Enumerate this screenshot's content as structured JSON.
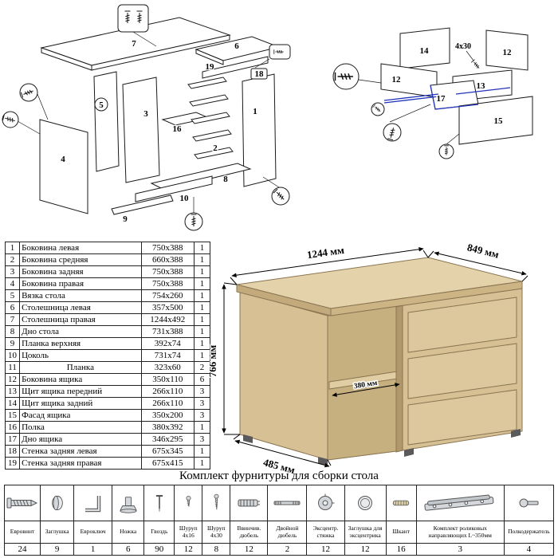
{
  "parts_table": {
    "rows": [
      {
        "num": "1",
        "name": "Боковина левая",
        "size": "750x388",
        "qty": "1"
      },
      {
        "num": "2",
        "name": "Боковина средняя",
        "size": "660x388",
        "qty": "1"
      },
      {
        "num": "3",
        "name": "Боковина задняя",
        "size": "750x388",
        "qty": "1"
      },
      {
        "num": "4",
        "name": "Боковина правая",
        "size": "750x388",
        "qty": "1"
      },
      {
        "num": "5",
        "name": "Вязка стола",
        "size": "754x260",
        "qty": "1"
      },
      {
        "num": "6",
        "name": "Столешница левая",
        "size": "357x500",
        "qty": "1"
      },
      {
        "num": "7",
        "name": "Столешница правая",
        "size": "1244x492",
        "qty": "1"
      },
      {
        "num": "8",
        "name": "Дно стола",
        "size": "731x388",
        "qty": "1"
      },
      {
        "num": "9",
        "name": "Планка верхняя",
        "size": "392x74",
        "qty": "1"
      },
      {
        "num": "10",
        "name": "Цоколь",
        "size": "731x74",
        "qty": "1"
      },
      {
        "num": "11",
        "name": "Планка",
        "size": "323x60",
        "qty": "2"
      },
      {
        "num": "12",
        "name": "Боковина ящика",
        "size": "350x110",
        "qty": "6"
      },
      {
        "num": "13",
        "name": "Щит ящика передний",
        "size": "266x110",
        "qty": "3"
      },
      {
        "num": "14",
        "name": "Щит ящика задний",
        "size": "266x110",
        "qty": "3"
      },
      {
        "num": "15",
        "name": "Фасад ящика",
        "size": "350x200",
        "qty": "3"
      },
      {
        "num": "16",
        "name": "Полка",
        "size": "380x392",
        "qty": "1"
      },
      {
        "num": "17",
        "name": "Дно ящика",
        "size": "346x295",
        "qty": "3"
      },
      {
        "num": "18",
        "name": "Стенка задняя левая",
        "size": "675x345",
        "qty": "1"
      },
      {
        "num": "19",
        "name": "Стенка задняя правая",
        "size": "675x415",
        "qty": "1"
      }
    ]
  },
  "desk": {
    "dim_width": "1244 мм",
    "dim_depth": "849 мм",
    "dim_height": "766 мм",
    "dim_shelf": "380 мм",
    "dim_side": "485 мм",
    "wood_color": "#d6c094"
  },
  "diagram": {
    "left_labels": [
      "7",
      "6",
      "19",
      "18",
      "5",
      "3",
      "16",
      "2",
      "1",
      "9",
      "4",
      "10",
      "8"
    ],
    "right_labels": [
      "14",
      "12",
      "12",
      "13",
      "17",
      "15"
    ],
    "screw_note": "4x30",
    "guide_color": "#2233bb"
  },
  "hardware": {
    "title": "Комплект фурнитуры для сборки стола",
    "items": [
      {
        "name": "Евровинт",
        "qty": "24",
        "icon": "confirmat-screw"
      },
      {
        "name": "Заглушка",
        "qty": "9",
        "icon": "cap"
      },
      {
        "name": "Евроключ",
        "qty": "1",
        "icon": "hex-key"
      },
      {
        "name": "Ножка",
        "qty": "6",
        "icon": "foot"
      },
      {
        "name": "Гвоздь",
        "qty": "90",
        "icon": "nail"
      },
      {
        "name": "Шуруп 4x16",
        "qty": "12",
        "icon": "screw-small"
      },
      {
        "name": "Шуруп 4x30",
        "qty": "8",
        "icon": "screw-long"
      },
      {
        "name": "Ввинчив. дюбель",
        "qty": "12",
        "icon": "threaded-dowel"
      },
      {
        "name": "Двойной дюбель",
        "qty": "2",
        "icon": "double-dowel"
      },
      {
        "name": "Эксцентр. стяжка",
        "qty": "12",
        "icon": "cam-lock"
      },
      {
        "name": "Заглушка для эксцентрика",
        "qty": "12",
        "icon": "cam-cap"
      },
      {
        "name": "Шкант",
        "qty": "16",
        "icon": "wooden-dowel"
      },
      {
        "name": "Комплект роликовых направляющих L~350мм",
        "qty": "3",
        "icon": "drawer-slide"
      },
      {
        "name": "Полкодержатель",
        "qty": "4",
        "icon": "shelf-pin"
      }
    ]
  }
}
